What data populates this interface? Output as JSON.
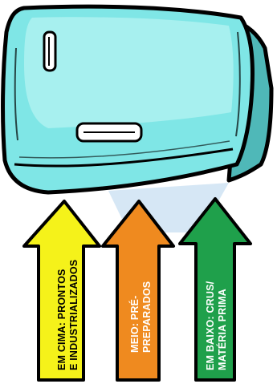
{
  "colors": {
    "fridge_body": "#7fe6e6",
    "fridge_highlight": "#c8f7f5",
    "fridge_shadow": "#4fb8b8",
    "outline": "#000000",
    "light_beam": "#cfe3f3",
    "arrow_top": "#f5f21a",
    "arrow_middle": "#ef8a1f",
    "arrow_bottom": "#1fa04b"
  },
  "icons": {
    "fridge": "refrigerator-icon",
    "handle": "door-handle-icon"
  },
  "arrows": [
    {
      "id": "top",
      "line1": "EM CIMA: PRONTOS",
      "line2": "E INDUSTRIALIZADOS",
      "text_color": "#000000"
    },
    {
      "id": "middle",
      "line1": "MEIO: PRÉ-",
      "line2": "PREPARADOS",
      "text_color": "#ffffff"
    },
    {
      "id": "bottom",
      "line1": "EM BAIXO: CRUS/",
      "line2": "MATÉRIA PRIMA",
      "text_color": "#ffffff"
    }
  ]
}
